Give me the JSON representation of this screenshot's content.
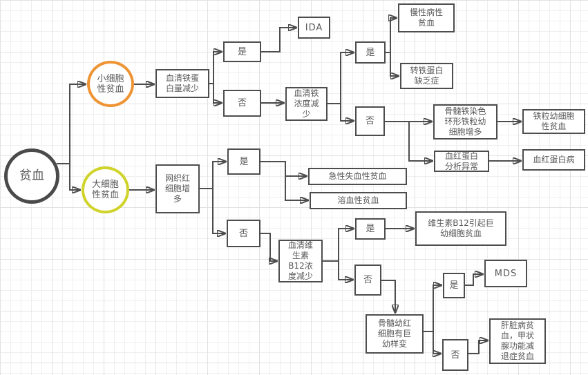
{
  "nodes": {
    "root": {
      "label": "贫血"
    },
    "microcytic": {
      "label": "小细胞\n性贫血"
    },
    "macrocytic": {
      "label": "大细胞\n性贫血"
    },
    "serum_ferritin": {
      "label": "血清铁蛋\n白量减少"
    },
    "yes1": {
      "label": "是"
    },
    "ida": {
      "label": "IDA"
    },
    "no1": {
      "label": "否"
    },
    "serum_iron": {
      "label": "血清铁\n浓度减\n少"
    },
    "yes2": {
      "label": "是"
    },
    "chronic_disease": {
      "label": "慢性病性\n贫血"
    },
    "transferrin_deficiency": {
      "label": "转铁蛋白\n缺乏症"
    },
    "no2": {
      "label": "否"
    },
    "marrow_iron_stain": {
      "label": "骨髓铁染色\n环形铁粒幼\n细胞增多"
    },
    "sideroblastic": {
      "label": "铁粒幼细胞\n性贫血"
    },
    "hgb_analysis": {
      "label": "血红蛋白\n分析异常"
    },
    "hgb_disease": {
      "label": "血红蛋白病"
    },
    "reticulocyte": {
      "label": "网织红\n细胞增\n多"
    },
    "yes3": {
      "label": "是"
    },
    "acute_blood_loss": {
      "label": "急性失血性贫血"
    },
    "hemolytic": {
      "label": "溶血性贫血"
    },
    "no3": {
      "label": "否"
    },
    "b12_decrease": {
      "label": "血清维\n生素\nB12浓\n度减少"
    },
    "yes4": {
      "label": "是"
    },
    "b12_megaloblastic": {
      "label": "维生素B12引起巨\n幼细胞贫血"
    },
    "no4": {
      "label": "否"
    },
    "marrow_megaloblastoid": {
      "label": "骨髓幼红\n细胞有巨\n幼样变"
    },
    "yes5": {
      "label": "是"
    },
    "mds": {
      "label": "MDS"
    },
    "no5": {
      "label": "否"
    },
    "liver_thyroid": {
      "label": "肝脏病贫\n血，甲状\n腺功能减\n退症贫血"
    }
  },
  "edges": [
    {
      "from": "root",
      "to": "microcytic"
    },
    {
      "from": "root",
      "to": "macrocytic"
    },
    {
      "from": "microcytic",
      "to": "serum_ferritin"
    },
    {
      "from": "serum_ferritin",
      "to": "yes1"
    },
    {
      "from": "serum_ferritin",
      "to": "no1"
    },
    {
      "from": "yes1",
      "to": "ida"
    },
    {
      "from": "no1",
      "to": "serum_iron"
    },
    {
      "from": "serum_iron",
      "to": "yes2"
    },
    {
      "from": "serum_iron",
      "to": "no2"
    },
    {
      "from": "yes2",
      "to": "chronic_disease"
    },
    {
      "from": "yes2",
      "to": "transferrin_deficiency"
    },
    {
      "from": "no2",
      "to": "marrow_iron_stain"
    },
    {
      "from": "no2",
      "to": "hgb_analysis"
    },
    {
      "from": "marrow_iron_stain",
      "to": "sideroblastic"
    },
    {
      "from": "hgb_analysis",
      "to": "hgb_disease"
    },
    {
      "from": "macrocytic",
      "to": "reticulocyte"
    },
    {
      "from": "reticulocyte",
      "to": "yes3"
    },
    {
      "from": "reticulocyte",
      "to": "no3"
    },
    {
      "from": "yes3",
      "to": "acute_blood_loss"
    },
    {
      "from": "yes3",
      "to": "hemolytic"
    },
    {
      "from": "no3",
      "to": "b12_decrease"
    },
    {
      "from": "b12_decrease",
      "to": "yes4"
    },
    {
      "from": "b12_decrease",
      "to": "no4"
    },
    {
      "from": "yes4",
      "to": "b12_megaloblastic"
    },
    {
      "from": "no4",
      "to": "marrow_megaloblastoid"
    },
    {
      "from": "marrow_megaloblastoid",
      "to": "yes5"
    },
    {
      "from": "marrow_megaloblastoid",
      "to": "no5"
    },
    {
      "from": "yes5",
      "to": "mds"
    },
    {
      "from": "no5",
      "to": "liver_thyroid"
    }
  ],
  "colors": {
    "root_circle_border": "#4a4a4a",
    "microcytic_circle_border": "#ee9434",
    "macrocytic_circle_border": "#cfd32a",
    "box_border": "#4d4d4d",
    "connector": "#4d4d4d",
    "text": "#595959",
    "grid_line": "#e9e9e9",
    "background": "#ffffff"
  }
}
